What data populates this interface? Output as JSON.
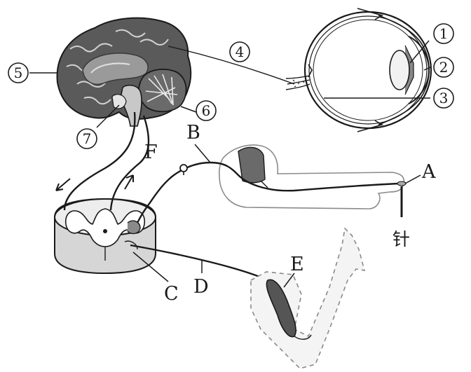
{
  "labels": {
    "lens_num": "1",
    "cornea_num": "2",
    "retina_num": "3",
    "optic_nerve_num": "4",
    "cortex_num": "5",
    "cerebellum_num": "6",
    "brainstem_num": "7",
    "A": "A",
    "B": "B",
    "C": "C",
    "D": "D",
    "E": "E",
    "F": "F",
    "needle": "针"
  }
}
